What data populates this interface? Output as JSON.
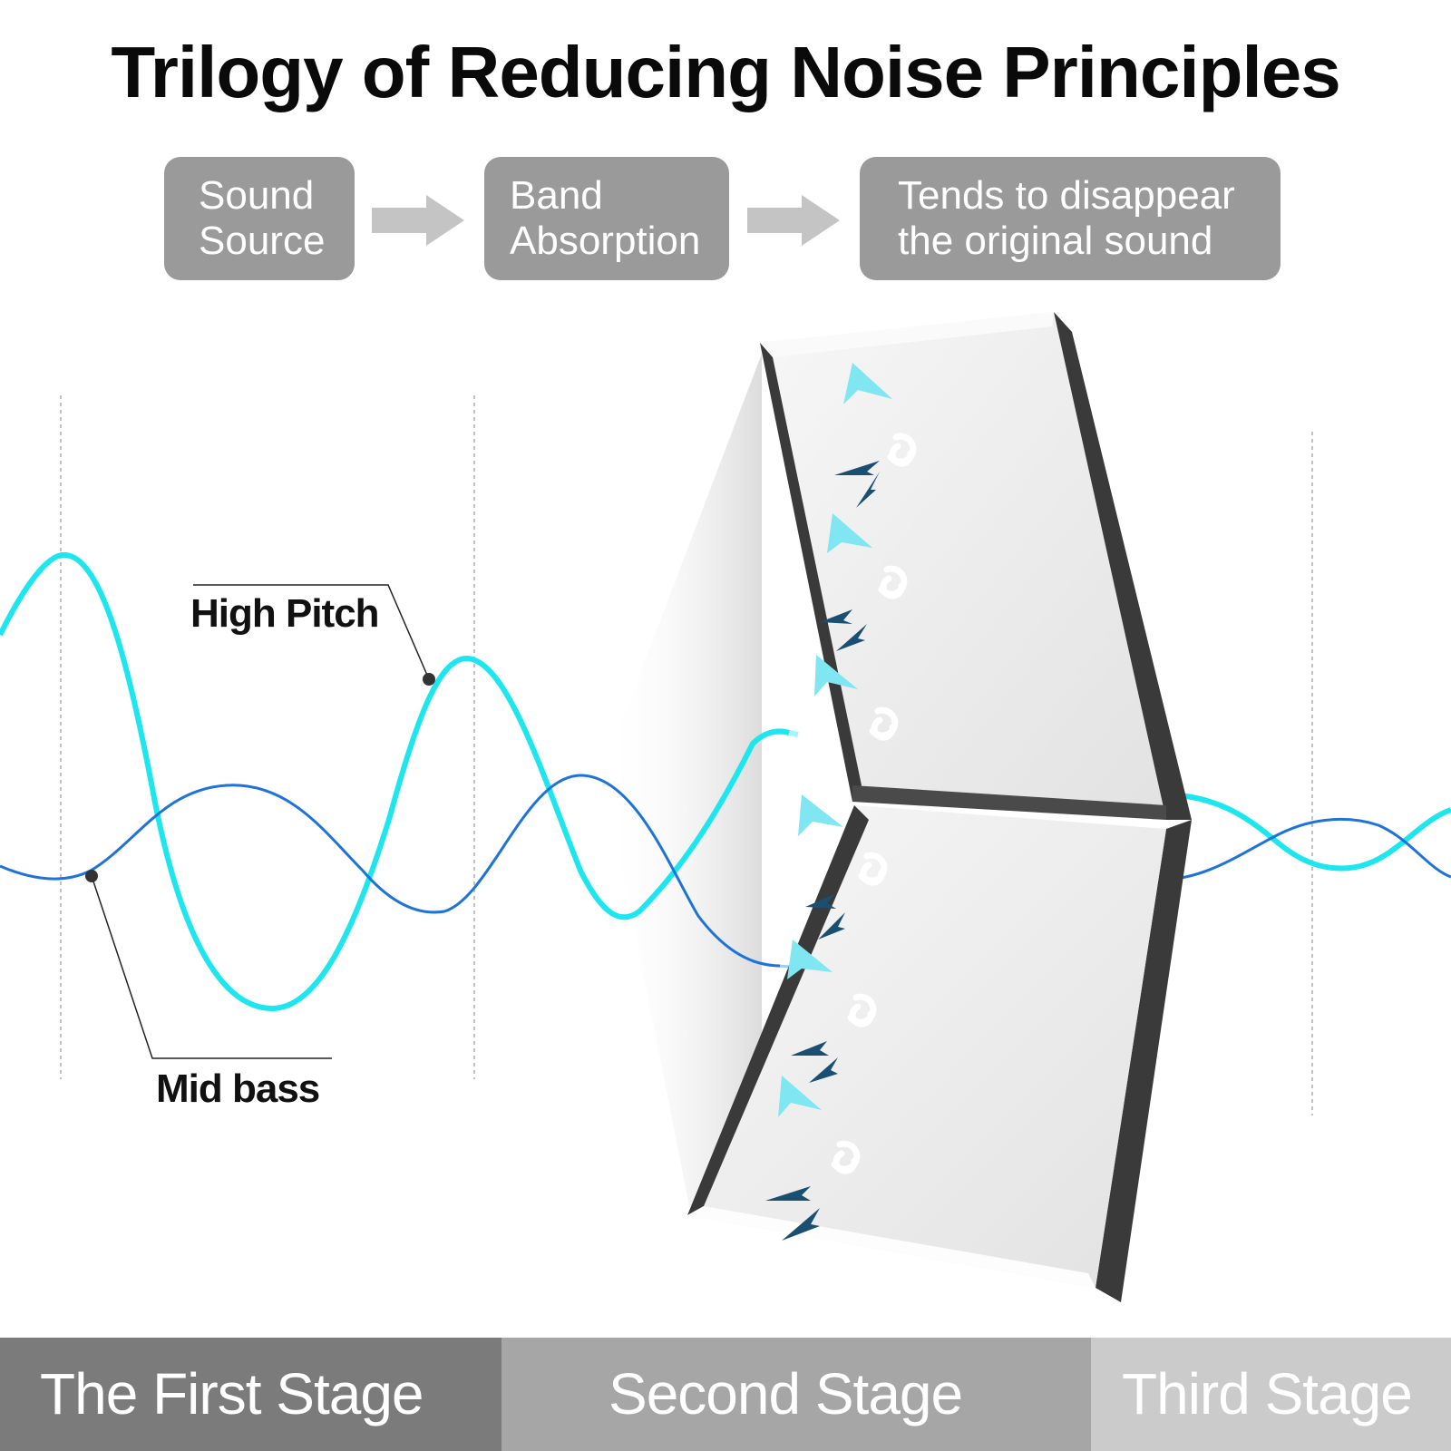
{
  "title": "Trilogy of Reducing Noise Principles",
  "flow": {
    "steps": [
      {
        "line1": "Sound",
        "line2": "Source"
      },
      {
        "line1": "Band",
        "line2": "Absorption"
      },
      {
        "line1": "Tends to disappear",
        "line2": "the original sound"
      }
    ]
  },
  "labels": {
    "high_pitch": "High Pitch",
    "mid_bass": "Mid bass"
  },
  "stages": [
    {
      "label": "The First Stage",
      "color": "#7b7b7b"
    },
    {
      "label": "Second Stage",
      "color": "#a6a6a6"
    },
    {
      "label": "Third Stage",
      "color": "#cbcbcb"
    }
  ],
  "colors": {
    "high_pitch_wave": "#1de6ee",
    "mid_bass_wave": "#1e73d9",
    "step_box": "#9a9a9a",
    "flow_arrow": "#c4c4c4",
    "panel_face": "#eeeeee",
    "panel_edge": "#3a3a3a"
  }
}
